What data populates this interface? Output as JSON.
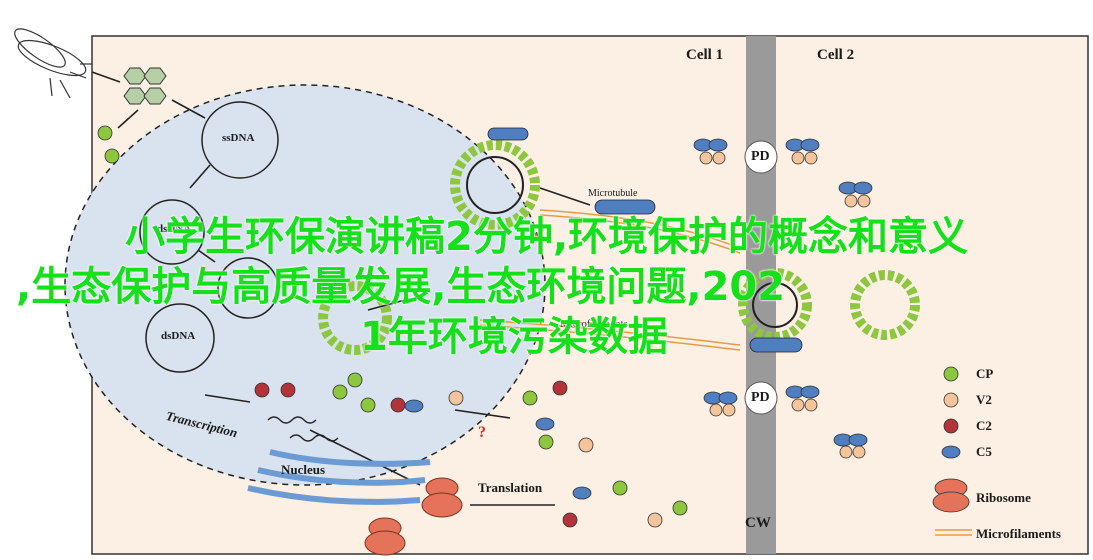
{
  "labels": {
    "cell1": "Cell 1",
    "cell2": "Cell 2",
    "ssdna": "ssDNA",
    "dsdna_upper": "dsDNA",
    "dsdna_lower": "dsDNA",
    "pd_top": "PD",
    "pd_bottom": "PD",
    "cw": "CW",
    "microtubule": "Microtubule",
    "microfilaments_inner": "Microfilaments",
    "transcription": "Transcription",
    "translation": "Translation",
    "nucleus": "Nucleus",
    "question": "?"
  },
  "legend": {
    "cp": "CP",
    "v2": "V2",
    "c2": "C2",
    "c5": "C5",
    "ribosome": "Ribosome",
    "microfilaments": "Microfilaments"
  },
  "overlay": {
    "line1": "小学生环保演讲稿2分钟,环境保护的概念和意义",
    "line2": ",生态保护与高质量发展,生态环境问题,202",
    "line3": "1年环境污染数据"
  },
  "colors": {
    "background": "#fbf0e3",
    "nucleus_fill": "#d9e3ef",
    "cp_green": "#8dc63f",
    "v2_peach": "#f4c49c",
    "c2_red": "#b2343a",
    "c5_blue": "#4f7fc1",
    "ribosome": "#e4735a",
    "er_blue": "#6b9bd2",
    "wall_gray": "#9a9a9a",
    "overlay_green": "#15e01a"
  }
}
